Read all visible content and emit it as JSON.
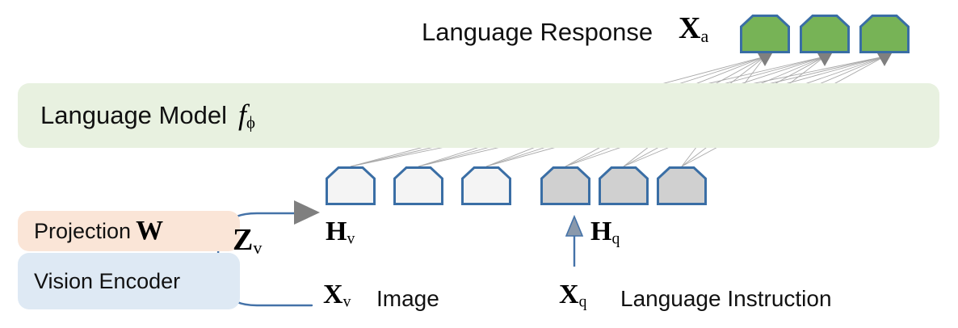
{
  "figure": {
    "title": "LLaVA multimodal architecture diagram",
    "bands": [
      {
        "id": "language-model",
        "label": "Language Model",
        "symbol_base": "f",
        "symbol_sub": "ϕ",
        "color": "#e8f1e0"
      },
      {
        "id": "projection",
        "label": "Projection",
        "symbol_base": "W",
        "symbol_sub": "",
        "color": "#fae5d7"
      },
      {
        "id": "vision-encoder",
        "label": "Vision Encoder",
        "symbol_base": "",
        "symbol_sub": "",
        "color": "#dee9f4"
      }
    ],
    "captions": {
      "language_response": "Language Response",
      "image": "Image",
      "language_instruction": "Language Instruction"
    },
    "symbols": {
      "x_a": {
        "base": "X",
        "sub": "a"
      },
      "z_v": {
        "base": "Z",
        "sub": "v"
      },
      "h_v": {
        "base": "H",
        "sub": "v"
      },
      "h_q": {
        "base": "H",
        "sub": "q"
      },
      "x_v": {
        "base": "X",
        "sub": "v"
      },
      "x_q": {
        "base": "X",
        "sub": "q"
      }
    },
    "tokens": {
      "output_group": {
        "name": "language-response-tokens",
        "count": 3,
        "fill": "#77b356",
        "stroke": "#3a6ea5"
      },
      "visual_group": {
        "name": "visual-feature-tokens",
        "count": 3,
        "fill": "#f4f4f4",
        "stroke": "#3a6ea5"
      },
      "instruction_group": {
        "name": "instruction-tokens",
        "count": 3,
        "fill": "#d0d0d0",
        "stroke": "#3a6ea5"
      }
    },
    "colors": {
      "green_token": "#77b356",
      "token_border": "#3a6ea5",
      "language_model_band": "#e8f1e0",
      "projection_band": "#fae5d7",
      "vision_band": "#dee9f4",
      "arrow_gray": "#7f7f7f",
      "arrow_blue": "#4472a8",
      "wire_gray": "#9a9a9a"
    }
  }
}
